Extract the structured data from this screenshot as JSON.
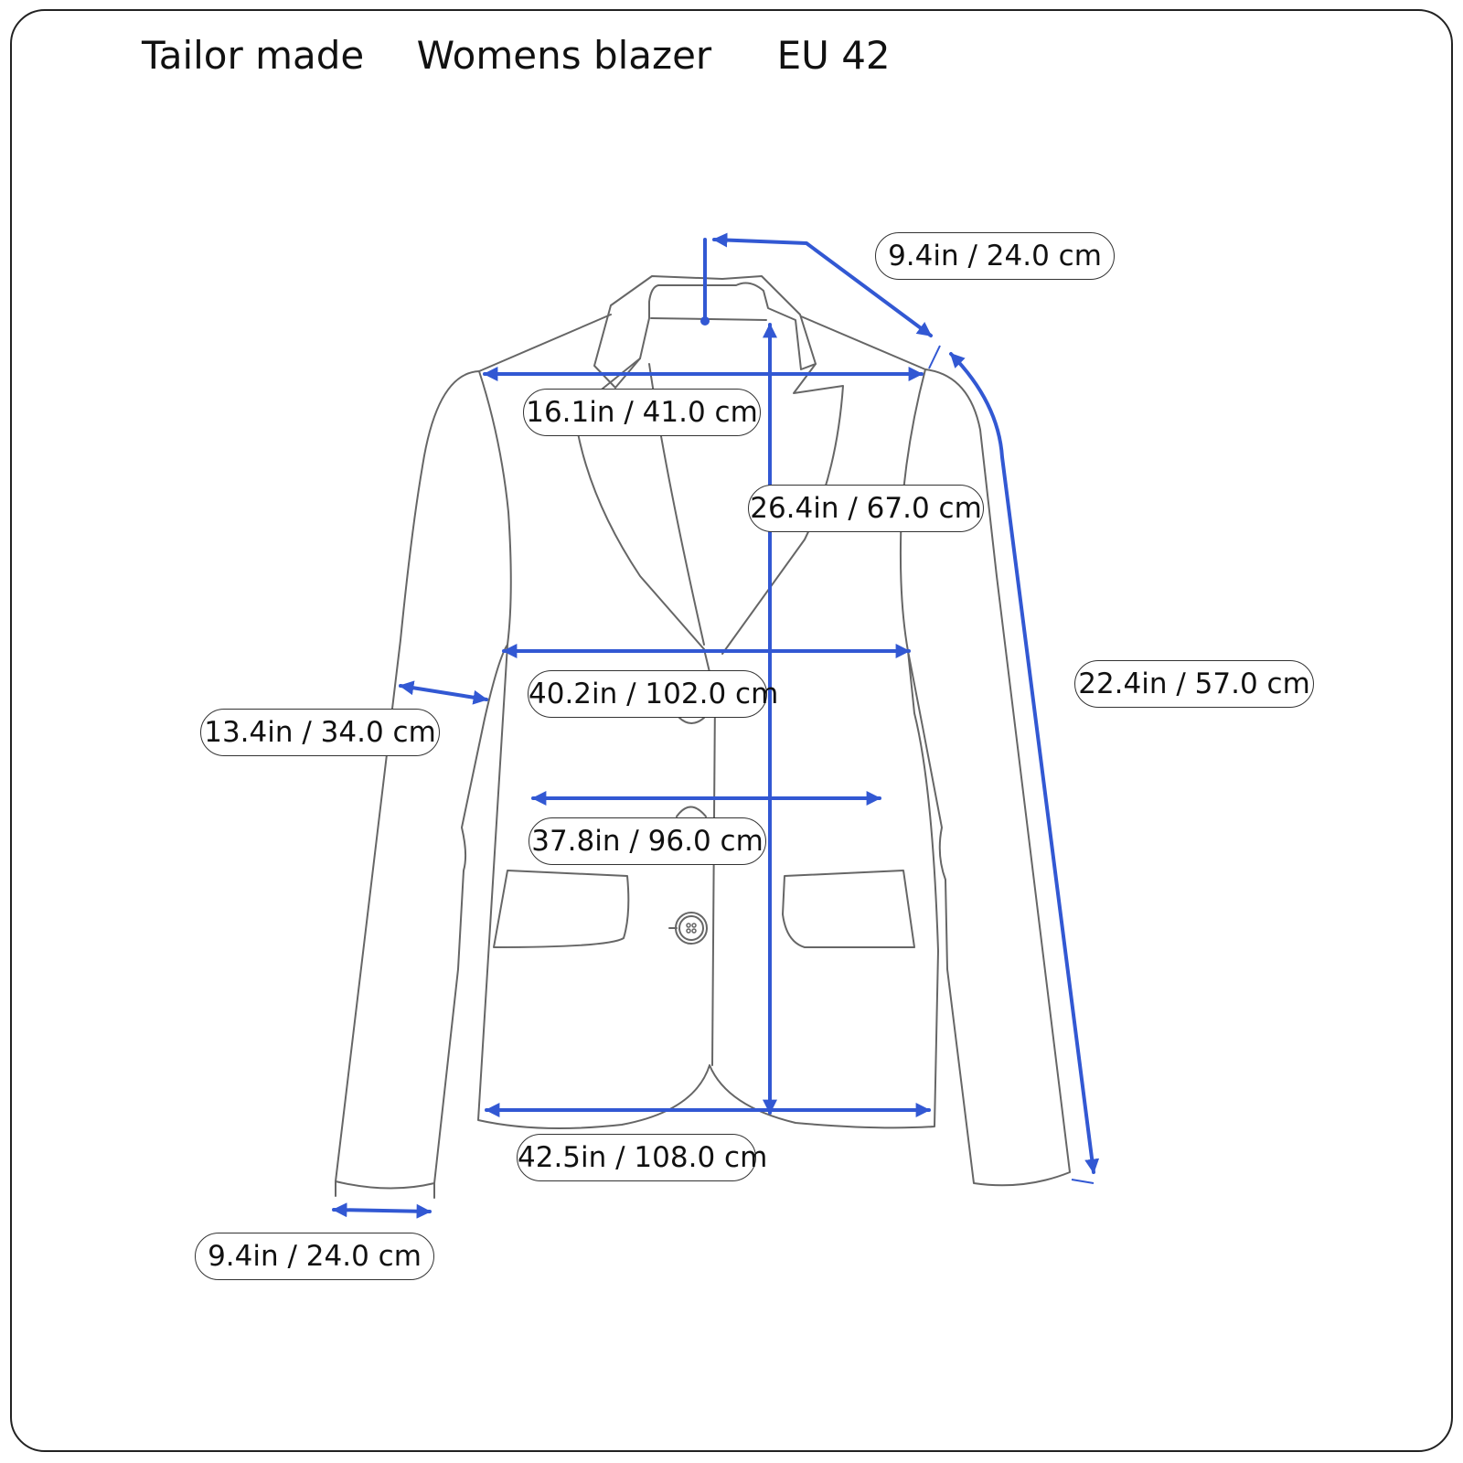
{
  "header": {
    "brand": "Tailor made",
    "item": "Womens blazer",
    "size": "EU 42"
  },
  "measurements": {
    "shoulder_to_shoulder": "16.1in / 41.0 cm",
    "length": "26.4in / 67.0 cm",
    "chest": "40.2in / 102.0 cm",
    "waist": "37.8in / 96.0 cm",
    "hem": "42.5in / 108.0 cm",
    "upper_arm": "13.4in / 34.0 cm",
    "cuff": "9.4in / 24.0 cm",
    "shoulder_seam": "9.4in / 24.0 cm",
    "sleeve_length": "22.4in / 57.0 cm"
  },
  "colors": {
    "arrow": "#3258d3",
    "outline": "#666666",
    "text": "#111111"
  }
}
